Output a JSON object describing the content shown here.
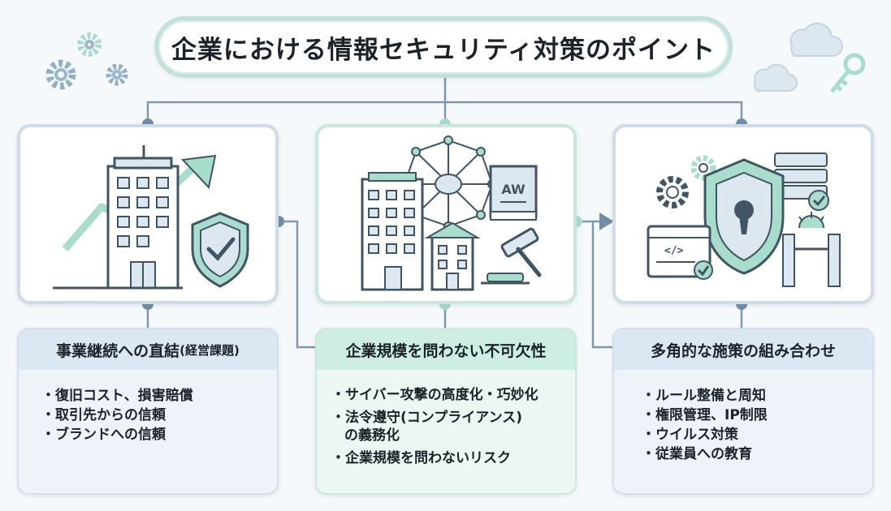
{
  "title": "企業における情報セキュリティ対策のポイント",
  "colors": {
    "mint": "#a8dccb",
    "blue_line": "#6f8ea8",
    "card_border": "#cfdce8",
    "dark": "#3f5566"
  },
  "icons": {
    "left": [
      "office-building-icon",
      "growth-arrow-icon",
      "shield-check-icon"
    ],
    "middle": [
      "office-building-icon",
      "network-brain-icon",
      "law-book-icon",
      "small-building-icon",
      "gavel-icon"
    ],
    "right": [
      "gear-icon",
      "server-check-icon",
      "shield-lock-icon",
      "code-window-icon",
      "security-gate-icon"
    ],
    "decor": [
      "gears-icon",
      "cloud-icon",
      "key-icon"
    ]
  },
  "law_book_text": "AW",
  "code_text": "</>",
  "columns": [
    {
      "heading": "事業継続への直結",
      "heading_note": "(経営課題)",
      "items": [
        "・復旧コスト、損害賠償",
        "・取引先からの信頼",
        "・ブランドへの信頼"
      ]
    },
    {
      "heading": "企業規模を問わない不可欠性",
      "items": [
        "・サイバー攻撃の高度化・巧妙化",
        "・法令遵守(コンプライアンス)",
        "の義務化",
        "・企業規模を問わないリスク"
      ]
    },
    {
      "heading": "多角的な施策の組み合わせ",
      "items": [
        "・ルール整備と周知",
        "・権限管理、IP制限",
        "・ウイルス対策",
        "・従業員への教育"
      ]
    }
  ]
}
